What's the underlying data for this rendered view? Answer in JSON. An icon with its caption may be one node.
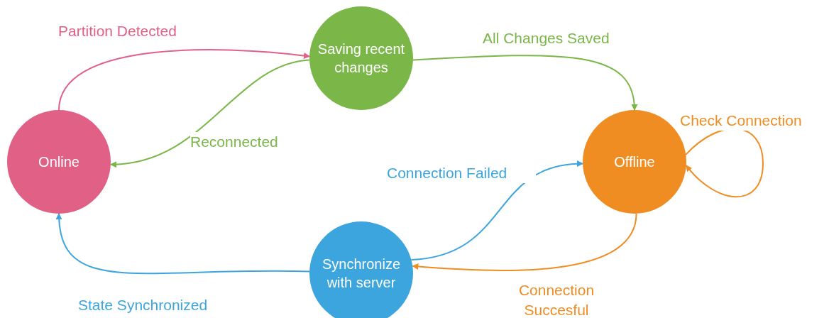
{
  "diagram": {
    "nodes": [
      {
        "text": [
          "Online"
        ]
      },
      {
        "text": [
          "Saving recent changes"
        ]
      },
      {
        "text": [
          "Offline"
        ]
      },
      {
        "text": [
          "Synchronize with server"
        ]
      }
    ],
    "edges": [
      {
        "from": 0,
        "to": 1,
        "arrow": "to",
        "label": "Partition Detected",
        "color": "#e06086"
      },
      {
        "from": 1,
        "to": 0,
        "arrow": "to",
        "label": "Reconnected",
        "color": "#7ab648"
      },
      {
        "from": 1,
        "to": 2,
        "arrow": "to",
        "label": "All Changes Saved",
        "color": "#7ab648"
      },
      {
        "from": 2,
        "to": 2,
        "arrow": "to",
        "label": "Check Connection",
        "color": "#ef8d22"
      },
      {
        "from": 3,
        "to": 2,
        "arrow": "to",
        "label": "Connection Failed",
        "color": "#3ca5dd"
      },
      {
        "from": 2,
        "to": 3,
        "arrow": "to",
        "label": "Connection Succesful",
        "color": "#ef8d22"
      },
      {
        "from": 3,
        "to": 0,
        "arrow": "to",
        "label": "State Synchronized",
        "color": "#3ca5dd"
      }
    ]
  }
}
